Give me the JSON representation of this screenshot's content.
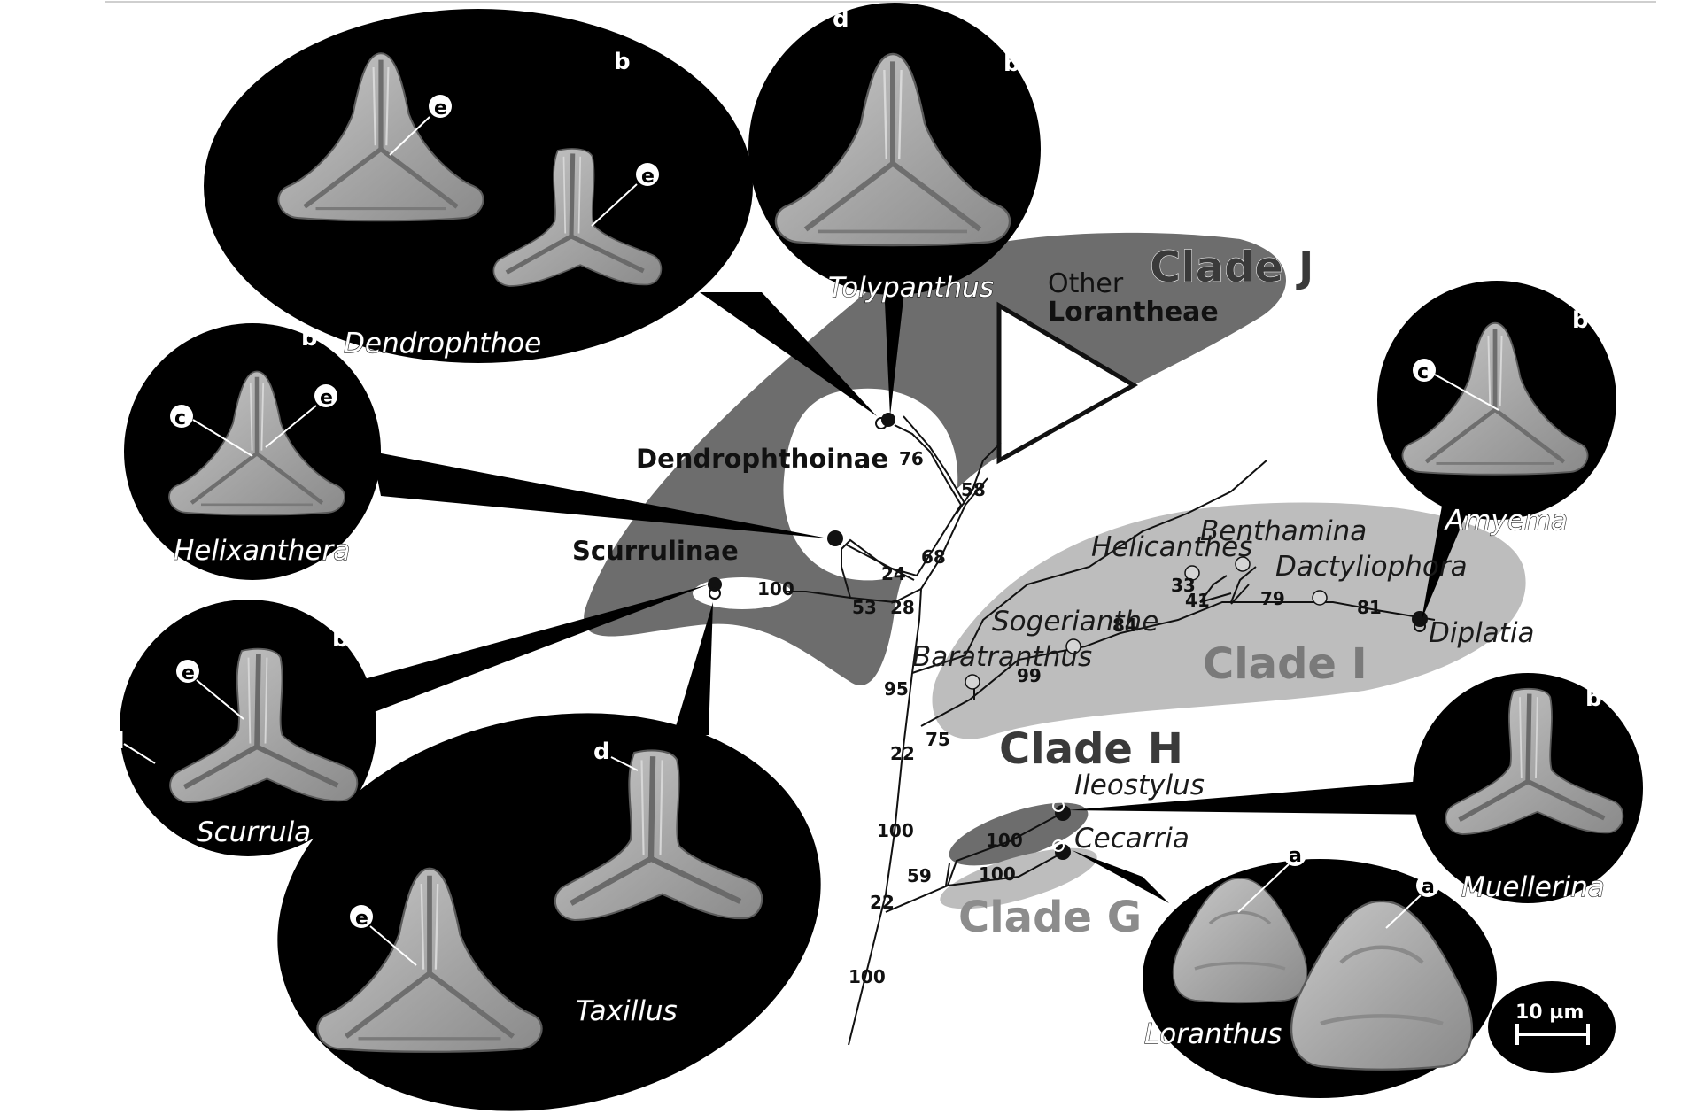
{
  "figure": {
    "clades": {
      "clade_j": "Clade J",
      "clade_i": "Clade I",
      "clade_h": "Clade H",
      "clade_g": "Clade G"
    },
    "other_loranthae": {
      "line1": "Other",
      "line2": "Lorantheae"
    },
    "subtribes": {
      "dendrophthoinae": "Dendrophthoinae",
      "scurrulinae": "Scurrulinae"
    },
    "genera": {
      "dendrophthoe": "Dendrophthoe",
      "tolypanthus": "Tolypanthus",
      "helixanthera": "Helixanthera",
      "scurrula": "Scurrula",
      "taxillus": "Taxillus",
      "amyema": "Amyema",
      "muellerina": "Muellerina",
      "loranthus": "Loranthus",
      "benthamina": "Benthamina",
      "helicanthes": "Helicanthes",
      "dactyliophora": "Dactyliophora",
      "sogerianthe": "Sogerianthe",
      "baratranthus": "Baratranthus",
      "diplatia": "Diplatia",
      "ileostylus": "Ileostylus",
      "cecarria": "Cecarria"
    },
    "feature_letters": {
      "a": "a",
      "b": "b",
      "b_prime": "b′",
      "c": "c",
      "d": "d",
      "e": "e"
    },
    "bootstrap": {
      "n100_a": "100",
      "n76": "76",
      "n58": "58",
      "n68": "68",
      "n24": "24",
      "n28": "28",
      "n53": "53",
      "n95": "95",
      "n75": "75",
      "n22_a": "22",
      "n99": "99",
      "n84": "84",
      "n33": "33",
      "n41": "41",
      "n79": "79",
      "n81": "81",
      "n100_b": "100",
      "n100_c": "100",
      "n100_d": "100",
      "n59": "59",
      "n22_b": "22",
      "n100_e": "100"
    },
    "scale_bar": "10 µm",
    "colors": {
      "clade_j_fill": "#6d6d6d",
      "clade_i_fill": "#bdbdbd",
      "clade_h_fill": "#6d6d6d",
      "clade_g_fill": "#bdbdbd",
      "panel_bg": "#000000",
      "pollen_grey": "#a9a9a9"
    }
  }
}
